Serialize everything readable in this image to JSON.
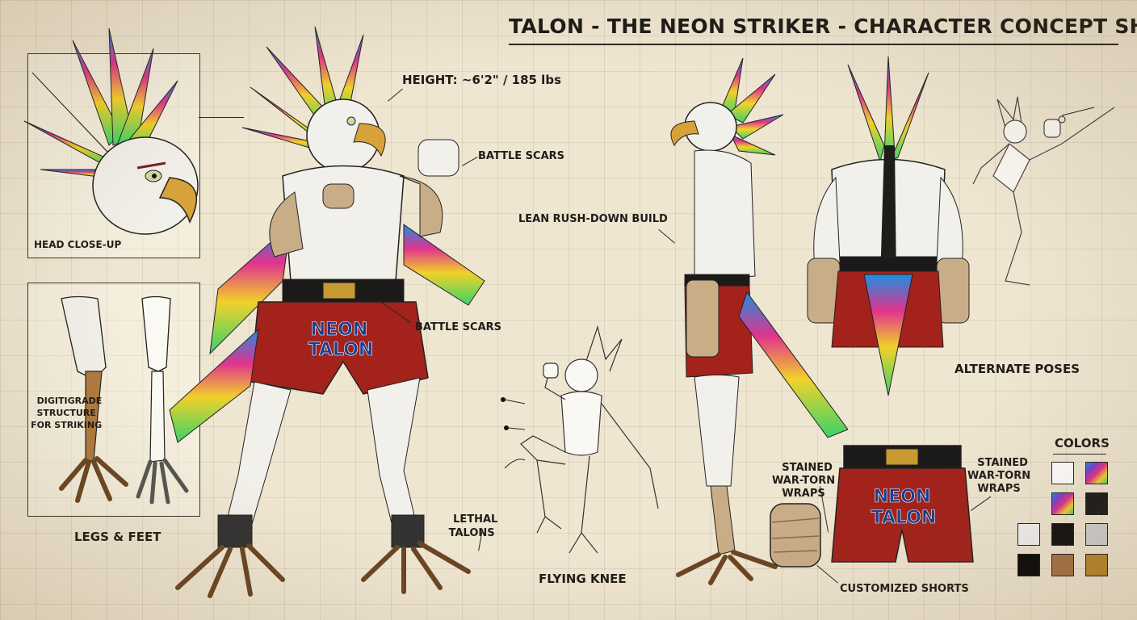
{
  "title": "TALON - THE NEON STRIKER - CHARACTER CONCEPT SHEET",
  "labels": {
    "head_closeup": "HEAD CLOSE-UP",
    "legs_feet": "LEGS & FEET",
    "digitigrade": "DIGITIGRADE\nSTRUCTURE\nFOR STRIKING",
    "height": "HEIGHT: ~6'2\" / 185 lbs",
    "battle_scars_top": "BATTLE SCARS",
    "battle_scars_mid": "BATTLE SCARS",
    "lean_build": "LEAN RUSH-DOWN BUILD",
    "lethal_talons": "LETHAL\nTALONS",
    "flying_knee": "FLYING KNEE",
    "alternate_poses": "ALTERNATE POSES",
    "wraps_left": "STAINED\nWAR-TORN\nWRAPS",
    "wraps_right": "STAINED\nWAR-TORN\nWRAPS",
    "customized_shorts": "CUSTOMIZED SHORTS",
    "colors": "COLORS",
    "shorts_text": "NEON\nTALON"
  },
  "colors": {
    "accent_red": "#a3221c",
    "feather_white": "#f2f0ea",
    "wrap_tan": "#c9ad87",
    "belt_black": "#1b1a19",
    "talon_brown": "#8a5a2b",
    "neon_blue": "#1d8fe0",
    "neon_pink": "#e0338d",
    "neon_green": "#39d36a",
    "neon_yellow": "#f2d12a",
    "neon_purple": "#7b3fd1",
    "gold": "#c79a32"
  },
  "swatches": [
    {
      "name": "white-swatch",
      "color": "#ffffff"
    },
    {
      "name": "neon-gradient-swatch",
      "color": "neon"
    },
    {
      "name": "neon-gradient-swatch-2",
      "color": "neon"
    },
    {
      "name": "black-dark-swatch",
      "color": "#1c1c1c"
    },
    {
      "name": "light-grey-swatch",
      "color": "#f1f1f1"
    },
    {
      "name": "black-diagonal-swatch",
      "color": "#111111"
    },
    {
      "name": "silver-swatch",
      "color": "#cfcfcf"
    },
    {
      "name": "black-swatch",
      "color": "#0a0a0a"
    },
    {
      "name": "scale-texture-swatch",
      "color": "#a47448"
    },
    {
      "name": "gold-emblem-swatch",
      "color": "#b8862f"
    }
  ]
}
